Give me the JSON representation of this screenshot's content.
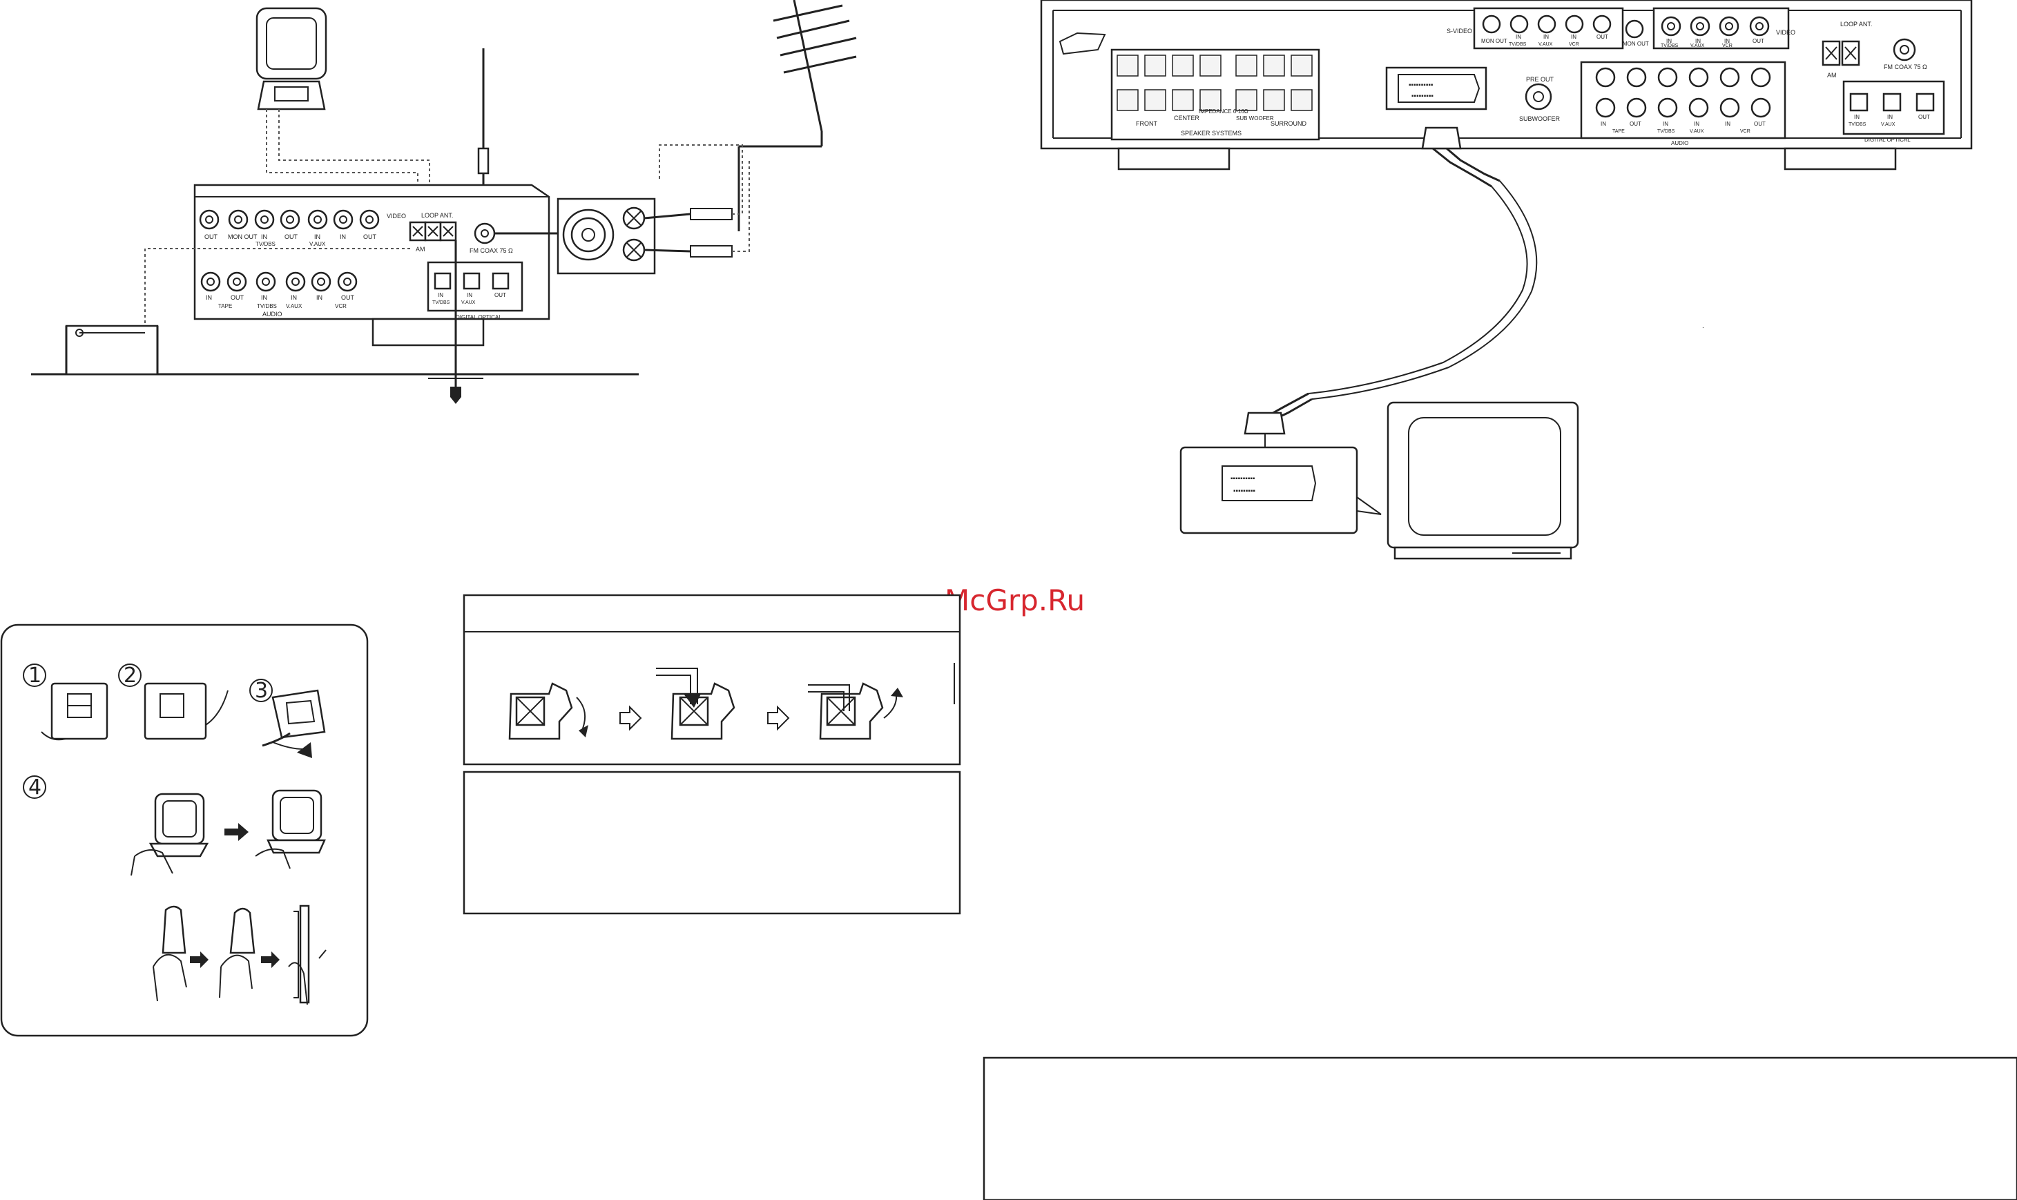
{
  "watermark": "McGrp.Ru",
  "left_receiver": {
    "top_row": [
      "OUT",
      "MON OUT",
      "IN",
      "OUT",
      "IN",
      "IN",
      "OUT"
    ],
    "top_row_sub": [
      "",
      "",
      "TV/DBS",
      "",
      "V.AUX",
      "",
      ""
    ],
    "video_label": "VIDEO",
    "audio_row": [
      "IN",
      "OUT",
      "IN",
      "IN",
      "IN",
      "OUT"
    ],
    "audio_row_sub": [
      "",
      "TAPE",
      "TV/DBS",
      "V.AUX",
      "",
      "VCR"
    ],
    "audio_label": "AUDIO",
    "loop_ant": "LOOP ANT.",
    "am": "AM",
    "fm_coax": "FM COAX 75 Ω",
    "optical": [
      "IN",
      "IN",
      "OUT"
    ],
    "optical_sub": [
      "TV/DBS",
      "V.AUX",
      ""
    ],
    "digital_optical": "DIGITAL OPTICAL"
  },
  "right_receiver": {
    "s_video": "S-VIDEO",
    "svideo_labels": [
      "MON OUT",
      "IN",
      "IN",
      "IN",
      "OUT"
    ],
    "svideo_sub": [
      "",
      "TV/DBS",
      "V.AUX",
      "VCR",
      ""
    ],
    "monitor_out": "MON OUT",
    "video_labels": [
      "IN",
      "IN",
      "IN",
      "OUT"
    ],
    "video_sub": [
      "TV/DBS",
      "V.AUX",
      "VCR",
      ""
    ],
    "video_label": "VIDEO",
    "loop_ant": "LOOP ANT.",
    "am": "AM",
    "fm_coax": "FM COAX 75 Ω",
    "front": "FRONT",
    "center": "CENTER",
    "impedance": "IMPEDANCE 6-16Ω",
    "sub_woofer": "SUB WOOFER",
    "surround": "SURROUND",
    "speaker_systems": "SPEAKER SYSTEMS",
    "pre_out": "PRE OUT",
    "subwoofer": "SUBWOOFER",
    "audio_labels": [
      "IN",
      "OUT",
      "IN",
      "IN",
      "IN",
      "OUT"
    ],
    "audio_sub": [
      "TAPE",
      "",
      "TV/DBS",
      "V.AUX",
      "VCR",
      ""
    ],
    "audio_label": "AUDIO",
    "optical": [
      "IN",
      "IN",
      "OUT"
    ],
    "optical_sub": [
      "TV/DBS",
      "V.AUX",
      ""
    ],
    "digital_optical": "DIGITAL OPTICAL"
  },
  "steps": [
    "1",
    "2",
    "3",
    "4"
  ]
}
